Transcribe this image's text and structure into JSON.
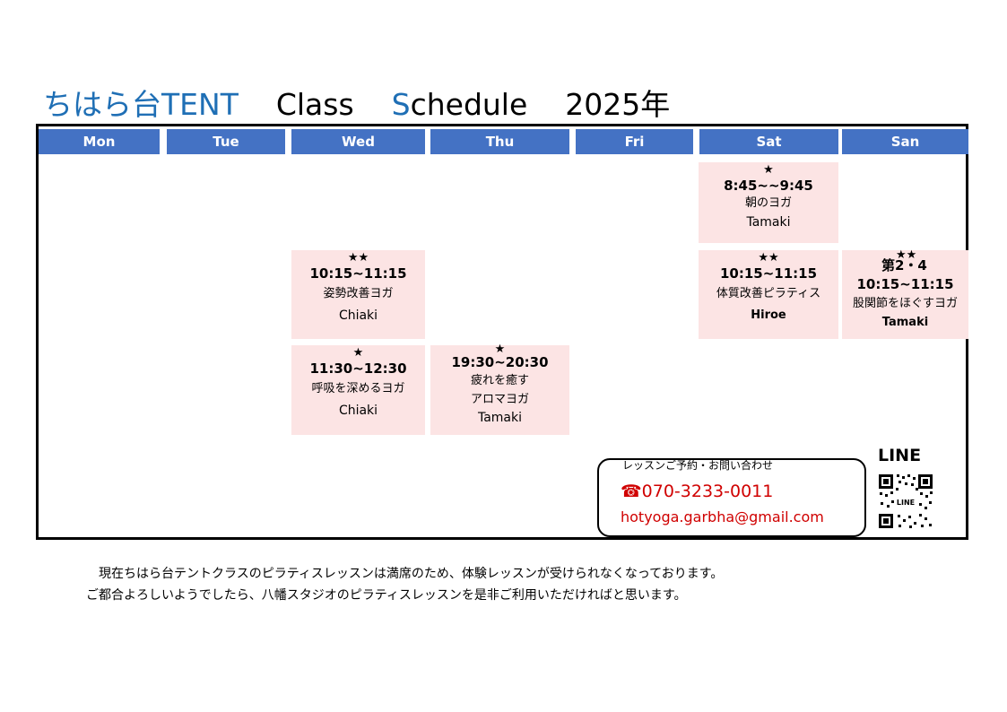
{
  "header": {
    "brand": "ちはら台TENT",
    "word1": "Class",
    "word2_first": "S",
    "word2_rest": "chedule",
    "year": "2025年"
  },
  "days": [
    "Mon",
    "Tue",
    "Wed",
    "Thu",
    "Fri",
    "Sat",
    "San"
  ],
  "classes": {
    "sat_morning": {
      "stars": "★",
      "time": "8:45~~9:45",
      "title": "朝のヨガ",
      "instructor": "Tamaki"
    },
    "wed_1": {
      "stars": "★★",
      "time": "10:15~11:15",
      "title": "姿勢改善ヨガ",
      "instructor": "Chiaki"
    },
    "sat_2": {
      "stars": "★★",
      "time": "10:15~11:15",
      "title": "体質改善ピラティス",
      "instructor": "Hiroe"
    },
    "san_1": {
      "stars": "★★",
      "week": "第2・4",
      "time": "10:15~11:15",
      "title": "股関節をほぐすヨガ",
      "instructor": "Tamaki"
    },
    "wed_2": {
      "stars": "★",
      "time": "11:30~12:30",
      "title": "呼吸を深めるヨガ",
      "instructor": "Chiaki"
    },
    "thu_1": {
      "stars": "★",
      "time": "19:30~20:30",
      "title_line1": "疲れを癒す",
      "title_line2": "アロマヨガ",
      "instructor": "Tamaki"
    }
  },
  "contact": {
    "label": "レッスンご予約・お問い合わせ",
    "phone_icon": "phone-icon",
    "phone": "☎070-3233-0011",
    "email": "hotyoga.garbha@gmail.com"
  },
  "line": {
    "label": "LINE",
    "qr_icon": "qr-code-icon"
  },
  "notice": {
    "line1": "　現在ちはら台テントクラスのピラティスレッスンは満席のため、体験レッスンが受けられなくなっております。",
    "line2": "ご都合よろしいようでしたら、八幡スタジオのピラティスレッスンを是非ご利用いただければと思います。"
  },
  "colors": {
    "header_blue": "#4472c4",
    "title_blue": "#1f6fb5",
    "card_pink": "#fce4e4",
    "contact_red": "#d00000"
  }
}
